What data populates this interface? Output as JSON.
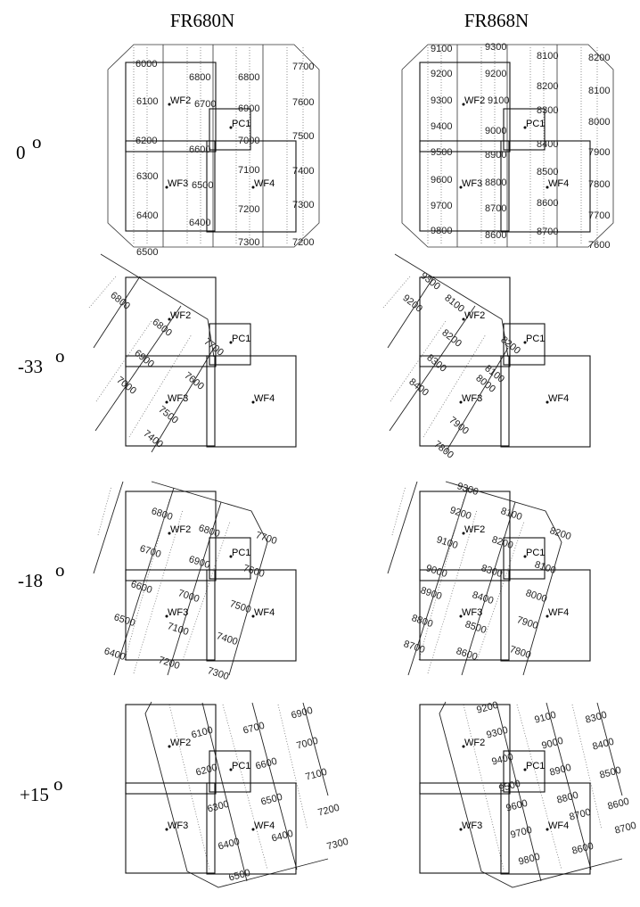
{
  "headers": [
    "FR680N",
    "FR868N"
  ],
  "rows": [
    {
      "angle_label": "0",
      "deg": "o"
    },
    {
      "angle_label": "-33",
      "deg": "o"
    },
    {
      "angle_label": "-18",
      "deg": "o"
    },
    {
      "angle_label": "+15",
      "deg": "o"
    }
  ],
  "chips": [
    "WF2",
    "WF3",
    "WF4",
    "PC1"
  ],
  "panels": [
    {
      "filter": "FR680N",
      "rotation_deg": 0,
      "labels": [
        "6000",
        "6800",
        "6800",
        "7700",
        "6100",
        "6700",
        "6900",
        "7600",
        "6200",
        "6600",
        "7000",
        "7500",
        "6300",
        "6500",
        "7100",
        "7400",
        "6400",
        "6400",
        "7200",
        "7300",
        "6500",
        "7300",
        "7200"
      ]
    },
    {
      "filter": "FR868N",
      "rotation_deg": 0,
      "labels": [
        "9100",
        "9200",
        "9300",
        "9400",
        "9500",
        "9600",
        "9700",
        "9800",
        "9300",
        "9200",
        "9100",
        "9000",
        "8900",
        "8800",
        "8700",
        "8600",
        "8100",
        "8200",
        "8300",
        "8400",
        "8500",
        "8600",
        "8700",
        "8200",
        "8100",
        "8000",
        "7900",
        "7800",
        "7700",
        "7600"
      ]
    },
    {
      "filter": "FR680N",
      "rotation_deg": -33,
      "labels": [
        "6800",
        "6800",
        "6900",
        "7700",
        "7000",
        "7600",
        "7500",
        "7400"
      ]
    },
    {
      "filter": "FR868N",
      "rotation_deg": -33,
      "labels": [
        "9300",
        "9200",
        "8100",
        "8200",
        "8300",
        "8200",
        "8100",
        "8400",
        "8000",
        "7900",
        "7800"
      ]
    },
    {
      "filter": "FR680N",
      "rotation_deg": -18,
      "labels": [
        "6800",
        "6800",
        "6700",
        "6900",
        "7700",
        "7600",
        "6600",
        "7000",
        "7500",
        "6500",
        "7100",
        "7400",
        "6400",
        "7200",
        "7300"
      ]
    },
    {
      "filter": "FR868N",
      "rotation_deg": -18,
      "labels": [
        "9300",
        "9200",
        "8100",
        "9100",
        "8200",
        "8200",
        "9000",
        "8300",
        "8100",
        "8900",
        "8400",
        "8000",
        "8800",
        "8500",
        "7900",
        "8700",
        "8600",
        "7800"
      ]
    },
    {
      "filter": "FR680N",
      "rotation_deg": 15,
      "labels": [
        "6100",
        "6700",
        "6900",
        "7000",
        "6200",
        "6600",
        "7100",
        "6300",
        "6500",
        "7200",
        "6400",
        "6400",
        "7300",
        "6500"
      ]
    },
    {
      "filter": "FR868N",
      "rotation_deg": 15,
      "labels": [
        "9200",
        "9100",
        "8300",
        "9300",
        "9000",
        "8400",
        "9400",
        "8900",
        "8500",
        "9500",
        "8800",
        "8600",
        "9600",
        "8700",
        "8700",
        "9700",
        "8600",
        "9800"
      ]
    }
  ]
}
